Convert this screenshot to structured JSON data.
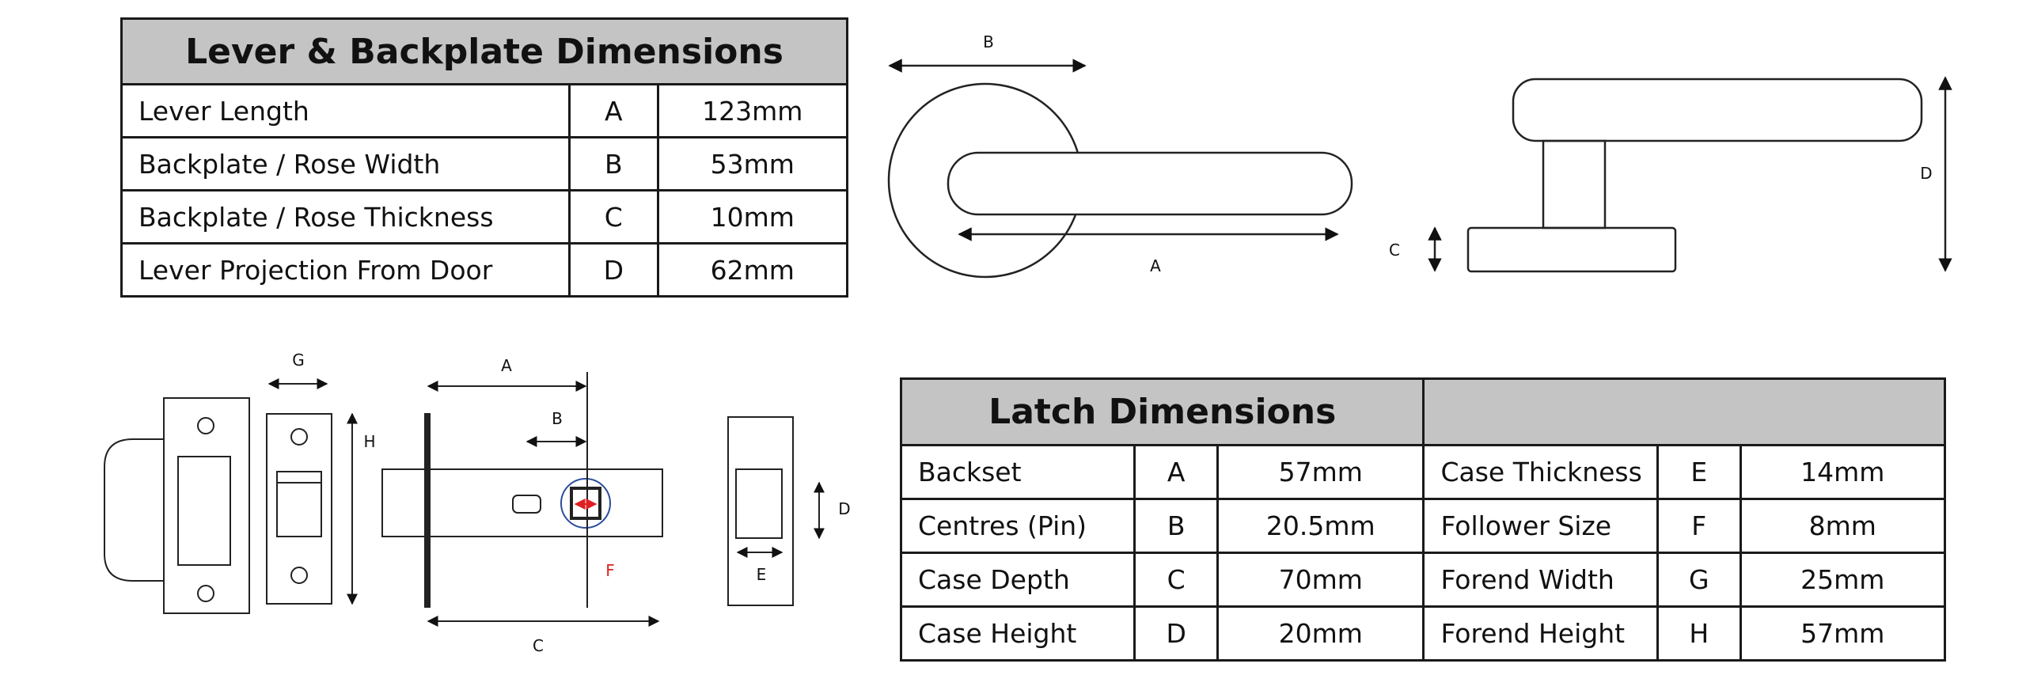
{
  "lever_table": {
    "title": "Lever & Backplate Dimensions",
    "rows": [
      {
        "label": "Lever Length",
        "letter": "A",
        "value": "123mm"
      },
      {
        "label": "Backplate / Rose Width",
        "letter": "B",
        "value": "53mm"
      },
      {
        "label": "Backplate / Rose Thickness",
        "letter": "C",
        "value": "10mm"
      },
      {
        "label": "Lever Projection From Door",
        "letter": "D",
        "value": "62mm"
      }
    ]
  },
  "latch_table": {
    "title": "Latch Dimensions",
    "title_right": "",
    "rows": [
      {
        "label": "Backset",
        "letter": "A",
        "value": "57mm",
        "label2": "Case Thickness",
        "letter2": "E",
        "value2": "14mm"
      },
      {
        "label": "Centres (Pin)",
        "letter": "B",
        "value": "20.5mm",
        "label2": "Follower Size",
        "letter2": "F",
        "value2": "8mm"
      },
      {
        "label": "Case Depth",
        "letter": "C",
        "value": "70mm",
        "label2": "Forend Width",
        "letter2": "G",
        "value2": "25mm"
      },
      {
        "label": "Case Height",
        "letter": "D",
        "value": "20mm",
        "label2": "Forend Height",
        "letter2": "H",
        "value2": "57mm"
      }
    ]
  },
  "lever_diagram": {
    "label_a": "A",
    "label_b": "B",
    "label_c": "C",
    "label_d": "D"
  },
  "latch_diagram": {
    "label_a": "A",
    "label_b": "B",
    "label_c": "C",
    "label_d": "D",
    "label_e": "E",
    "label_f": "F",
    "label_g": "G",
    "label_h": "H",
    "follower_color": "#e02020"
  }
}
